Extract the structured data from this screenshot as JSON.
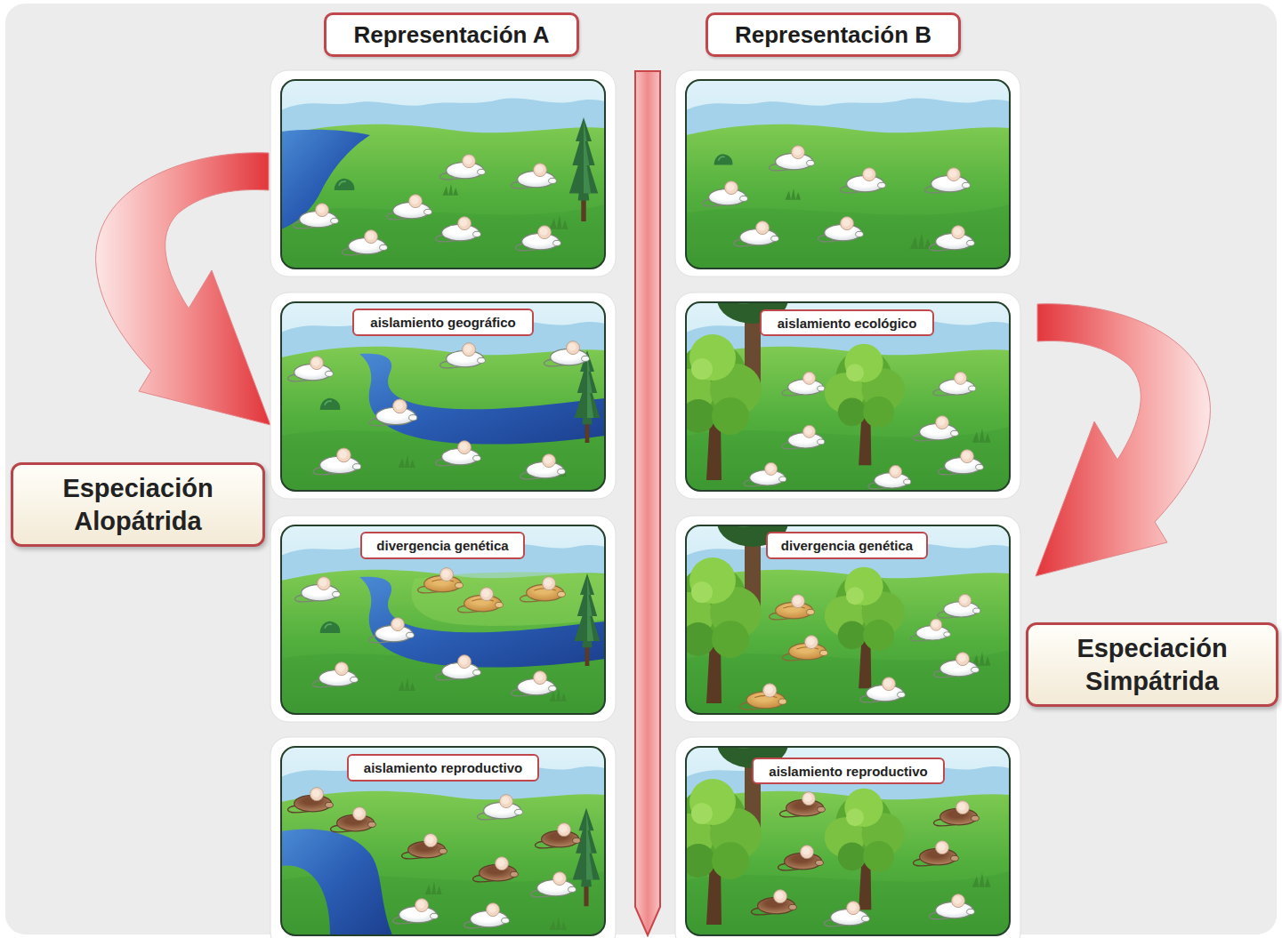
{
  "diagram": {
    "nodes": [
      {
        "text": [
          "Representación A"
        ]
      },
      {
        "text": [
          "Representación B"
        ]
      },
      {
        "text": [
          "aislamiento geográfico"
        ]
      },
      {
        "text": [
          "aislamiento ecológico"
        ]
      },
      {
        "text": [
          "Especiación Alopátrida"
        ]
      },
      {
        "text": [
          "divergencia genética"
        ]
      },
      {
        "text": [
          "divergencia genética"
        ]
      },
      {
        "text": [
          "Especiación Simpátrida"
        ]
      },
      {
        "text": [
          "aislamiento reproductivo"
        ]
      },
      {
        "text": [
          "aislamiento reproductivo"
        ]
      }
    ]
  }
}
